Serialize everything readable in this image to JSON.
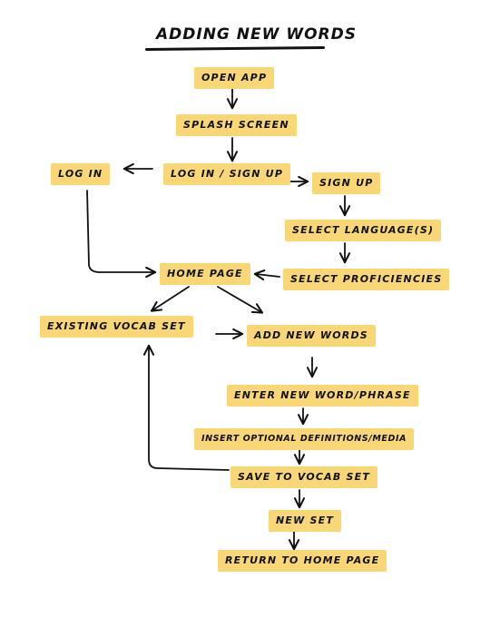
{
  "title": "ADDING NEW WORDS",
  "nodes": {
    "open_app": "OPEN APP",
    "splash_screen": "SPLASH SCREEN",
    "login_signup": "LOG IN / SIGN UP",
    "log_in": "LOG IN",
    "sign_up": "SIGN UP",
    "select_languages": "SELECT LANGUAGE(S)",
    "select_proficiencies": "SELECT PROFICIENCIES",
    "home_page": "HOME PAGE",
    "existing_vocab_set": "EXISTING VOCAB SET",
    "add_new_words": "ADD NEW WORDS",
    "enter_new_word": "ENTER NEW WORD/PHRASE",
    "insert_optional": "INSERT OPTIONAL DEFINITIONS/MEDIA",
    "save_to_vocab_set": "SAVE TO VOCAB SET",
    "new_set": "NEW SET",
    "return_home": "RETURN TO HOME PAGE"
  },
  "colors": {
    "highlight": "#f9d776",
    "ink": "#111111"
  }
}
